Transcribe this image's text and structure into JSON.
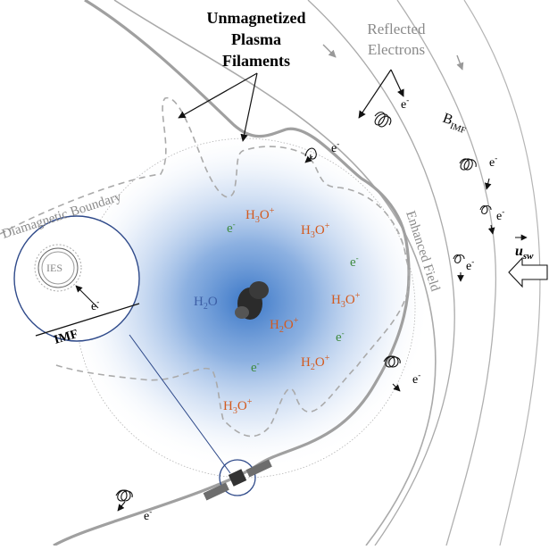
{
  "title_lines": [
    "Unmagnetized",
    "Plasma",
    "Filaments"
  ],
  "reflected_lines": [
    "Reflected",
    "Electrons"
  ],
  "b_imf": {
    "base": "B",
    "sub": "IMF"
  },
  "diamagnetic_boundary": "Diamagnetic Boundary",
  "enhanced_field": "Enhanced Field",
  "imf_label": "IMF",
  "ies_label": "IES",
  "usw": {
    "base": "u",
    "sub": "sw"
  },
  "species": {
    "water": "H2O",
    "ion_base": "H3O",
    "ion_sub": "3",
    "ion_sup": "+",
    "water_sub": "2",
    "electron": "e",
    "electron_sup": "-"
  },
  "colors": {
    "ion": "#d35a1e",
    "electron": "#3e8a3e",
    "water": "#3d5fa6",
    "gray_text": "#8a8a8a",
    "boundary": "#9a9a9a",
    "glow": "#2f6fc4"
  }
}
